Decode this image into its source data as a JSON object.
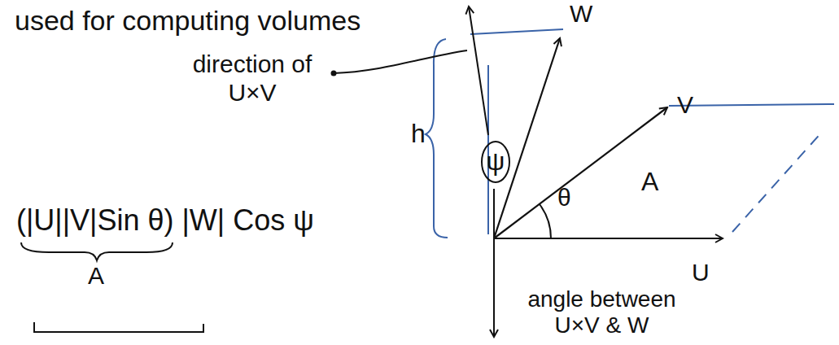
{
  "diagram": {
    "nodes": [
      {
        "text": [
          "ψ"
        ]
      }
    ],
    "labels": [
      "W",
      "used for computing volumes",
      "direction of U×V",
      "V",
      "h",
      "A",
      "θ",
      "(|U||V|Sin θ) |W| Cos ψ",
      "A",
      "U",
      "angle between U×V & W"
    ]
  }
}
